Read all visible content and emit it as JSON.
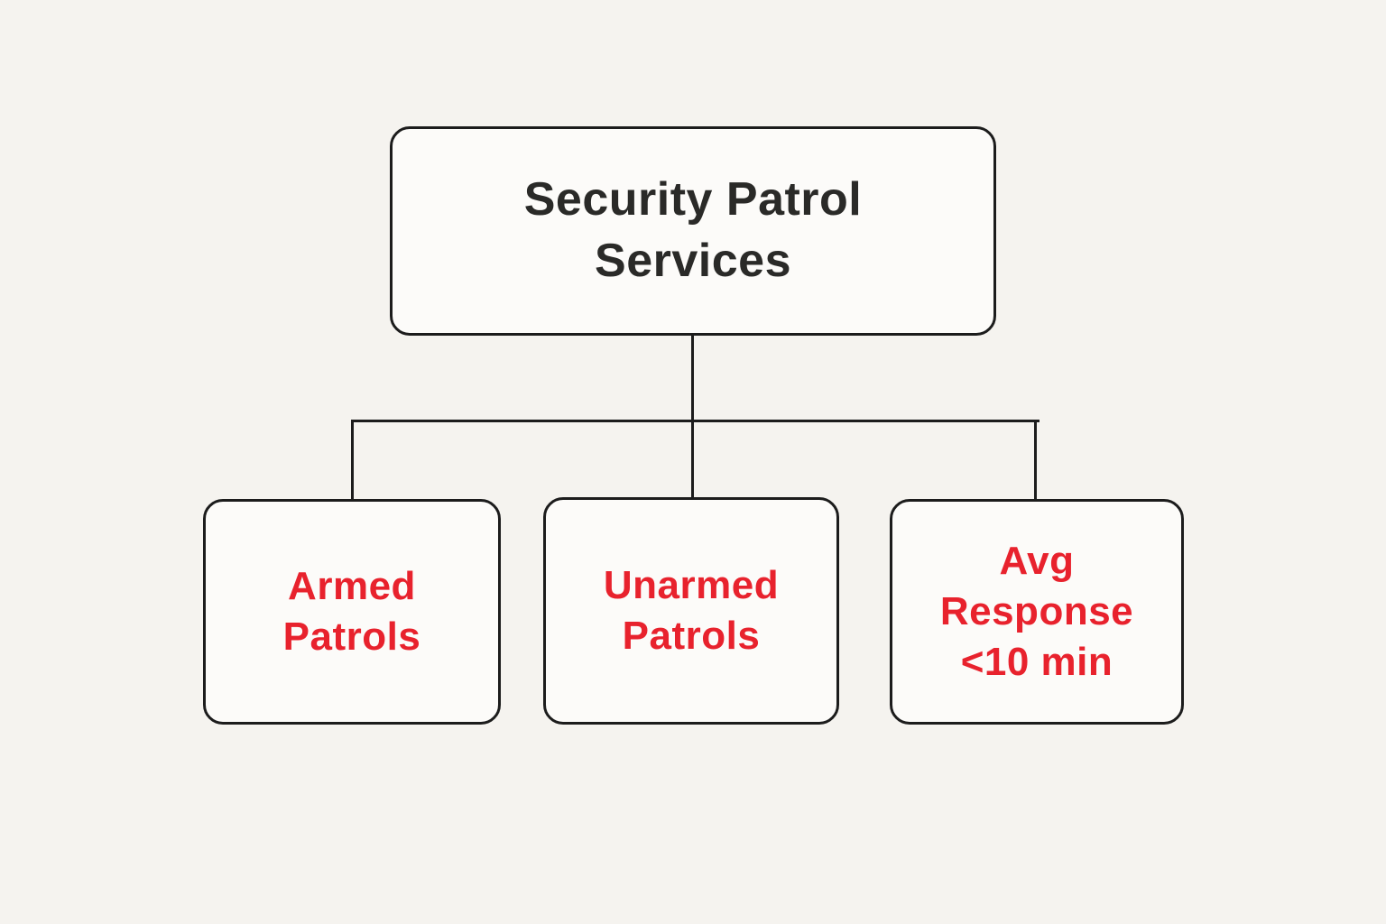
{
  "diagram": {
    "type": "flowchart",
    "title": "Security Patrol Services hierarchy",
    "colors": {
      "background": "#f5f3ef",
      "node_fill": "#fcfbf9",
      "border": "#1c1c1c",
      "root_text": "#2a2a28",
      "child_text": "#e8222d"
    },
    "root": {
      "label": "Security Patrol\nServices"
    },
    "children": [
      {
        "label": "Armed\nPatrols"
      },
      {
        "label": "Unarmed\nPatrols"
      },
      {
        "label": "Avg\nResponse\n<10 min"
      }
    ],
    "connections": [
      {
        "from": "root",
        "to": "armed-patrols"
      },
      {
        "from": "root",
        "to": "unarmed-patrols"
      },
      {
        "from": "root",
        "to": "avg-response"
      }
    ]
  }
}
